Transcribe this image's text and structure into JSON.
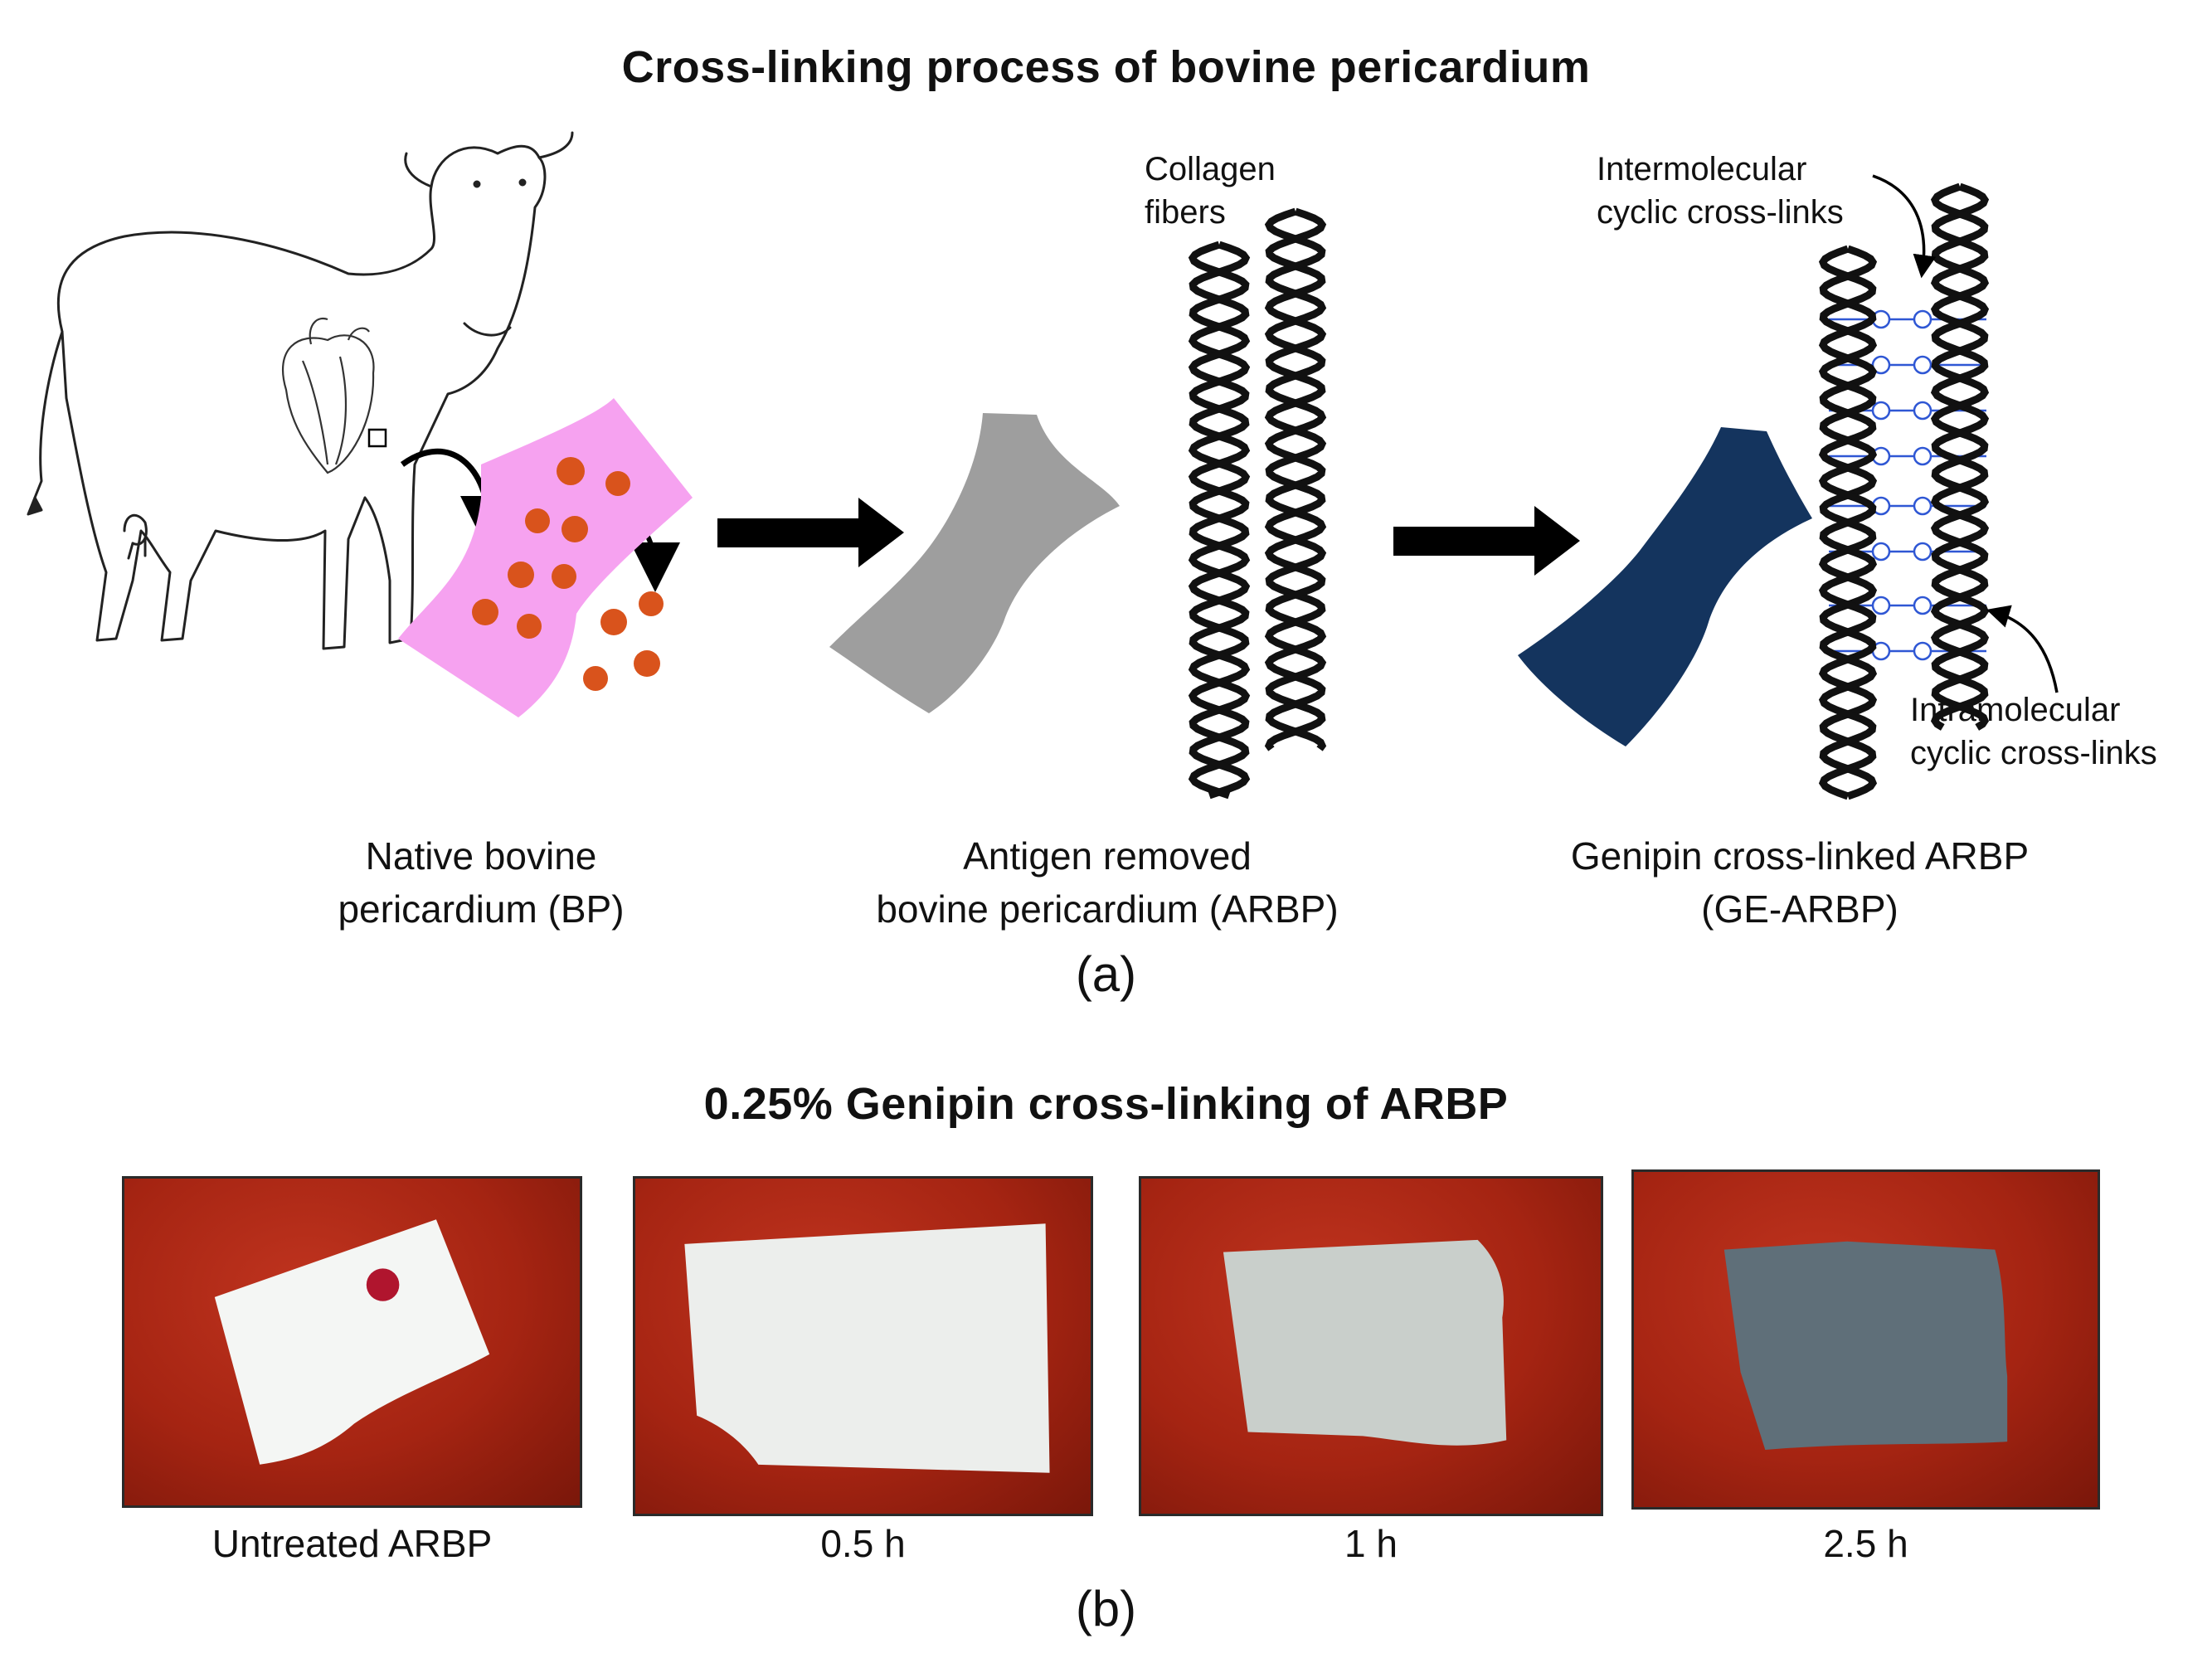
{
  "panel_a": {
    "title": "Cross-linking process of bovine pericardium",
    "captions": [
      {
        "line1": "Native bovine",
        "line2": "pericardium (BP)"
      },
      {
        "line1": "Antigen removed",
        "line2": "bovine pericardium (ARBP)"
      },
      {
        "line1": "Genipin cross-linked ARBP",
        "line2": "(GE-ARBP)"
      }
    ],
    "labels": {
      "collagen_line1": "Collagen",
      "collagen_line2": "fibers",
      "inter_line1": "Intermolecular",
      "inter_line2": "cyclic cross-links",
      "intra_line1": "Intramolecular",
      "intra_line2": "cyclic cross-links"
    },
    "panel_label": "(a)",
    "colors": {
      "native_tissue": "#f6a2f0",
      "antigens": "#d9531c",
      "arbp_tissue": "#9e9e9e",
      "ge_arbp_tissue": "#14345e",
      "crosslinks": "#2f57d4"
    }
  },
  "panel_b": {
    "title": "0.25% Genipin cross-linking of ARBP",
    "photos": [
      {
        "label": "Untreated ARBP",
        "sample_color": "#f4f6f4"
      },
      {
        "label": "0.5 h",
        "sample_color": "#eceeec"
      },
      {
        "label": "1 h",
        "sample_color": "#c9cfcb"
      },
      {
        "label": "2.5 h",
        "sample_color": "#5f6f79"
      }
    ],
    "panel_label": "(b)"
  }
}
